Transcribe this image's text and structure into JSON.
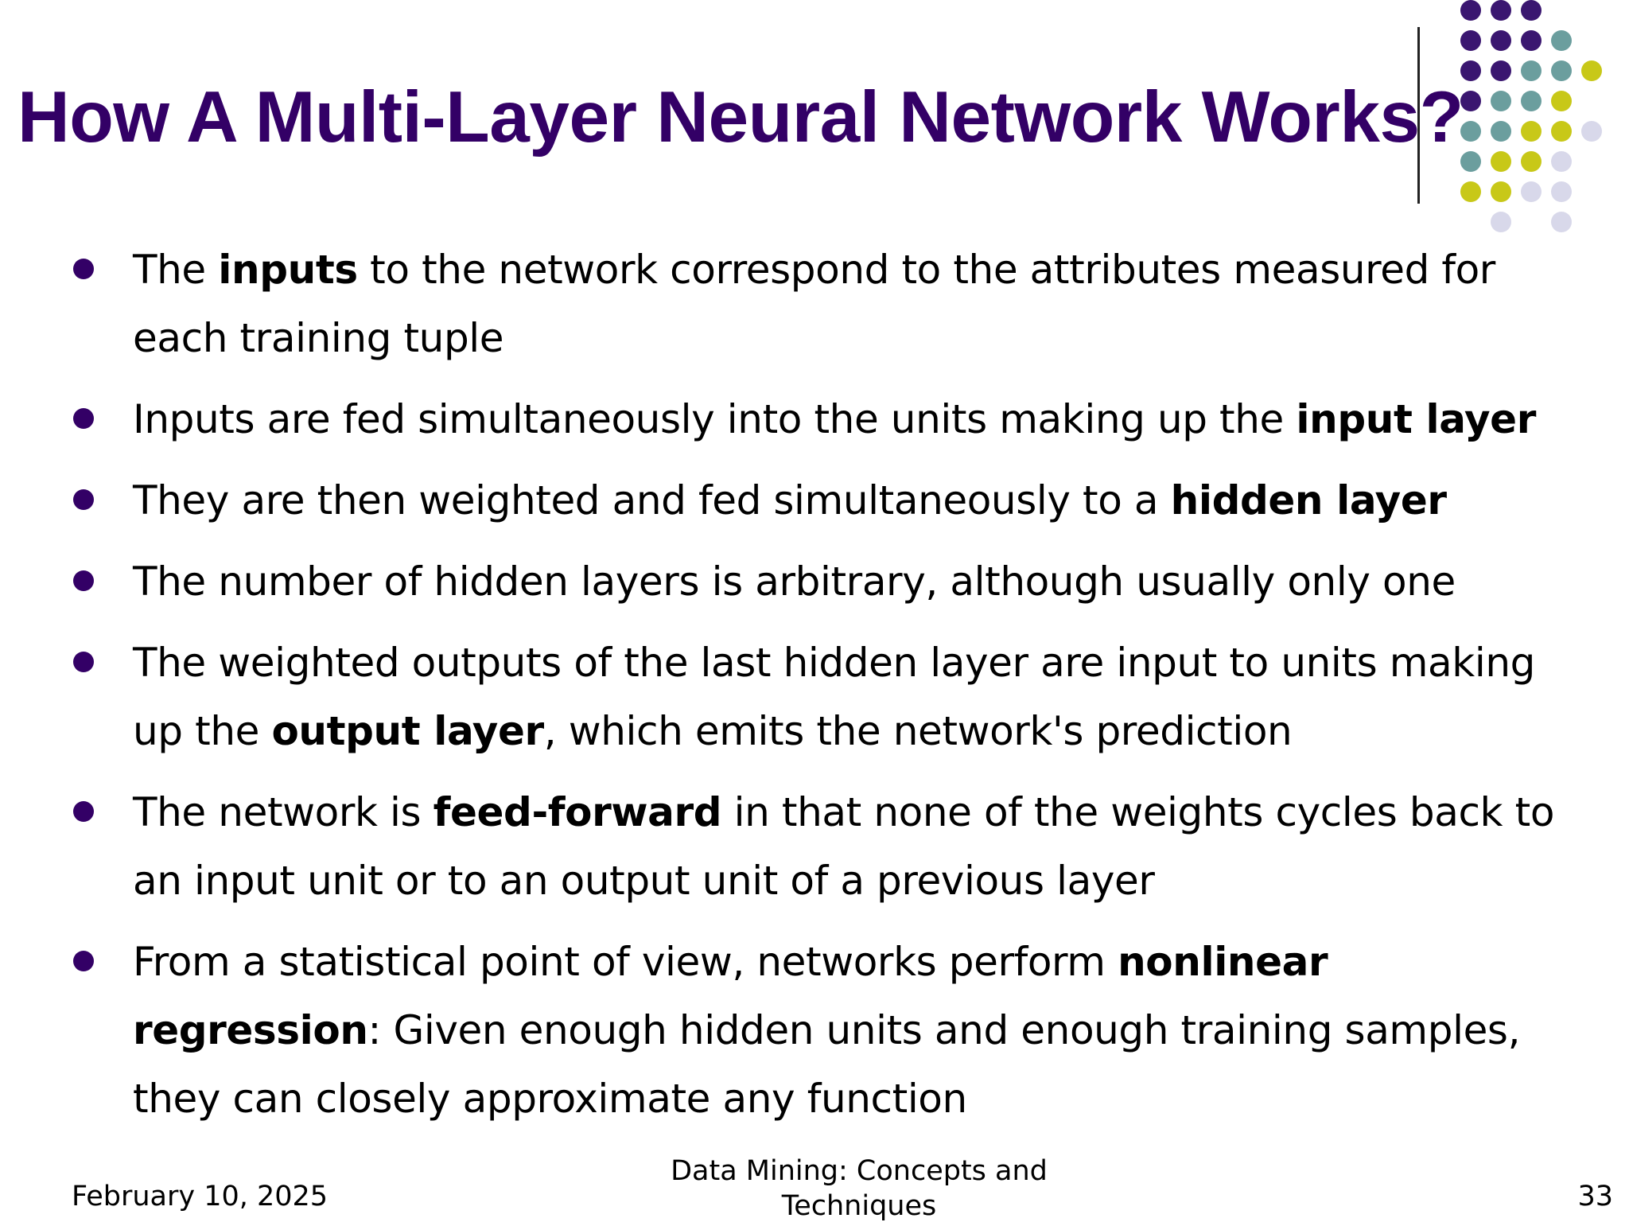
{
  "slide": {
    "title": "How A Multi-Layer Neural Network Works?",
    "bullets": [
      [
        {
          "text": "The "
        },
        {
          "text": "inputs",
          "bold": true
        },
        {
          "text": " to the network correspond to the attributes measured for each training tuple"
        }
      ],
      [
        {
          "text": "Inputs are fed simultaneously into the units making up the "
        },
        {
          "text": "input layer",
          "bold": true
        }
      ],
      [
        {
          "text": "They are then weighted and fed simultaneously to a "
        },
        {
          "text": "hidden layer",
          "bold": true
        }
      ],
      [
        {
          "text": "The number of hidden layers is arbitrary, although usually only one"
        }
      ],
      [
        {
          "text": "The weighted outputs of the last hidden layer are input to units making up the "
        },
        {
          "text": "output layer",
          "bold": true
        },
        {
          "text": ", which emits the network's prediction"
        }
      ],
      [
        {
          "text": "The network is "
        },
        {
          "text": "feed-forward",
          "bold": true
        },
        {
          "text": " in that none of the weights cycles back to an input unit or to an output unit of a previous layer"
        }
      ],
      [
        {
          "text": "From a statistical point of view, networks perform "
        },
        {
          "text": "nonlinear regression",
          "bold": true
        },
        {
          "text": ": Given enough hidden units and enough training samples, they can closely approximate any function"
        }
      ]
    ]
  },
  "footer": {
    "date": "February 10, 2025",
    "title": "Data Mining: Concepts and Techniques",
    "page": "33"
  },
  "theme": {
    "title_color": "#330066",
    "bullet_color": "#330066",
    "dot_colors": {
      "purple": "#3a1670",
      "teal": "#6b9e9e",
      "olive": "#c8c818",
      "lavender": "#d8d8ea"
    }
  }
}
